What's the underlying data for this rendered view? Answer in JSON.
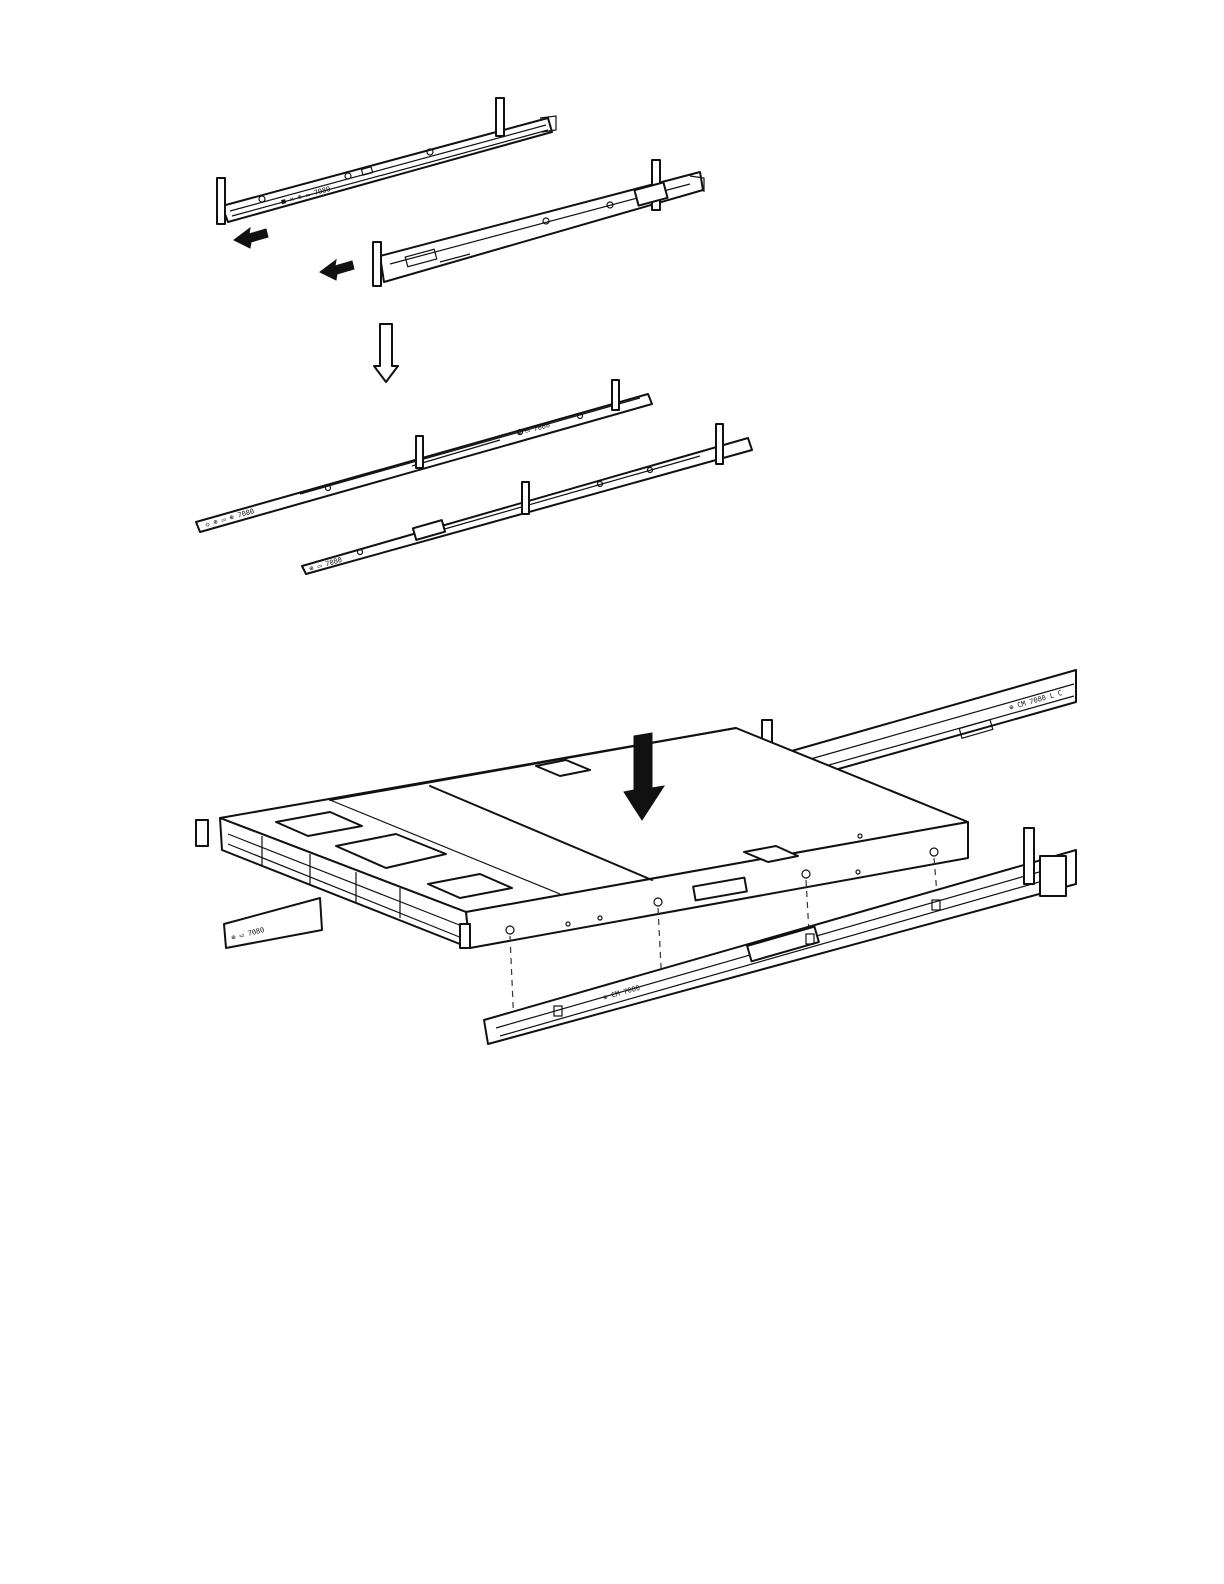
{
  "diagram": {
    "step1_rails": [
      "left-rail-closed",
      "right-rail-closed"
    ],
    "step2_rails": [
      "left-rail-extended",
      "right-rail-extended"
    ],
    "step3": "chassis-lowered-onto-extended-rails",
    "arrow_color": "#111111",
    "line_color": "#111111",
    "background": "#ffffff"
  }
}
